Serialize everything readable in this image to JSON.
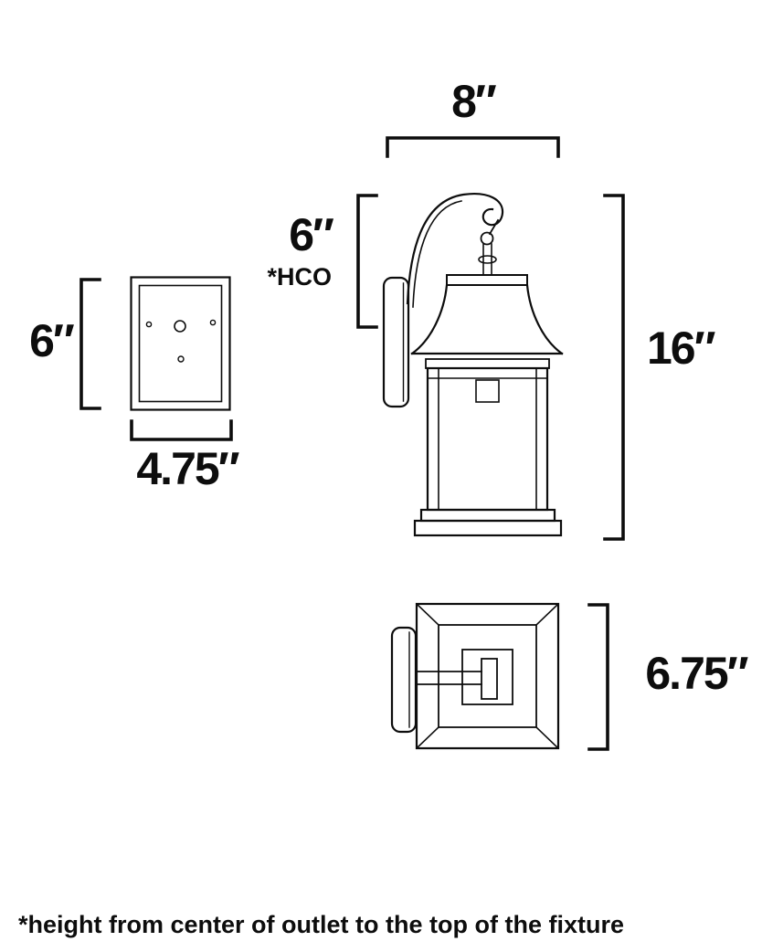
{
  "page": {
    "background": "#ffffff",
    "line_color": "#0d0d0d"
  },
  "views": {
    "backplate_front": {
      "height_label": "6″",
      "width_label": "4.75″"
    },
    "side": {
      "width_label": "8″",
      "hco_value": "6″",
      "hco_note": "*HCO",
      "height_label": "16″"
    },
    "top": {
      "depth_label": "6.75″"
    }
  },
  "footnote": "*height from center of outlet to the top of the fixture"
}
